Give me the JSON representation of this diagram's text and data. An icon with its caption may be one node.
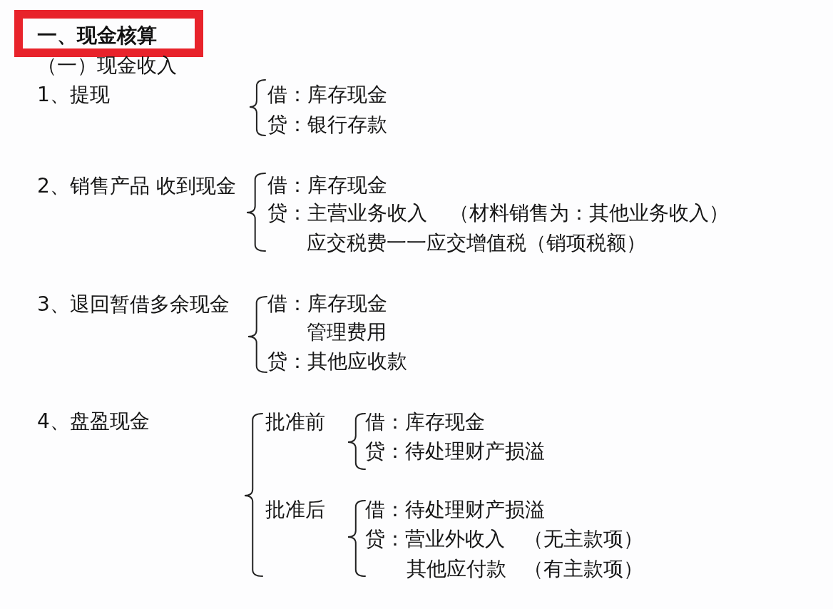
{
  "diagram": {
    "title": "一、现金核算",
    "labels": [
      "（一）现金收入",
      "1、提现",
      "借：库存现金",
      "贷：银行存款",
      "2、销售产品 收到现金",
      "借：库存现金",
      "贷：主营业务收入",
      "（材料销售为：其他业务收入）",
      "应交税费一一应交增值税（销项税额）",
      "3、退回暂借多余现金",
      "借：库存现金",
      "管理费用",
      "贷：其他应收款",
      "4、盘盈现金",
      "批准前",
      "借：库存现金",
      "贷：待处理财产损溢",
      "批准后",
      "借：待处理财产损溢",
      "贷：营业外收入",
      "（无主款项）",
      "其他应付款",
      "（有主款项）"
    ]
  }
}
